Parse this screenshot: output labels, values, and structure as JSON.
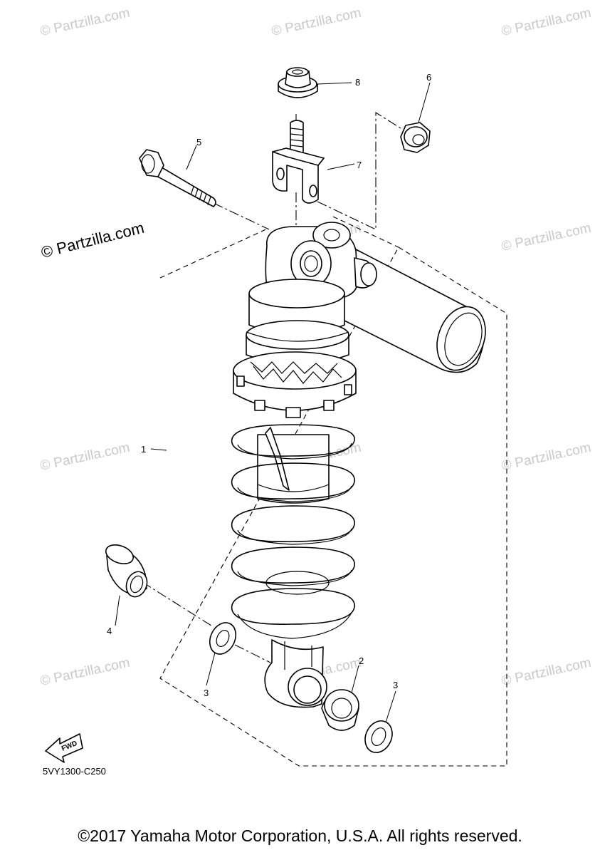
{
  "watermark": "© Partzilla.com",
  "callouts": {
    "c1": "1",
    "c2": "2",
    "c3a": "3",
    "c3b": "3",
    "c4": "4",
    "c5": "5",
    "c6": "6",
    "c7": "7",
    "c8": "8"
  },
  "fwd_label": "FWD",
  "diagram_code": "5VY1300-C250",
  "copyright": "©2017 Yamaha Motor Corporation, U.S.A. All rights reserved."
}
